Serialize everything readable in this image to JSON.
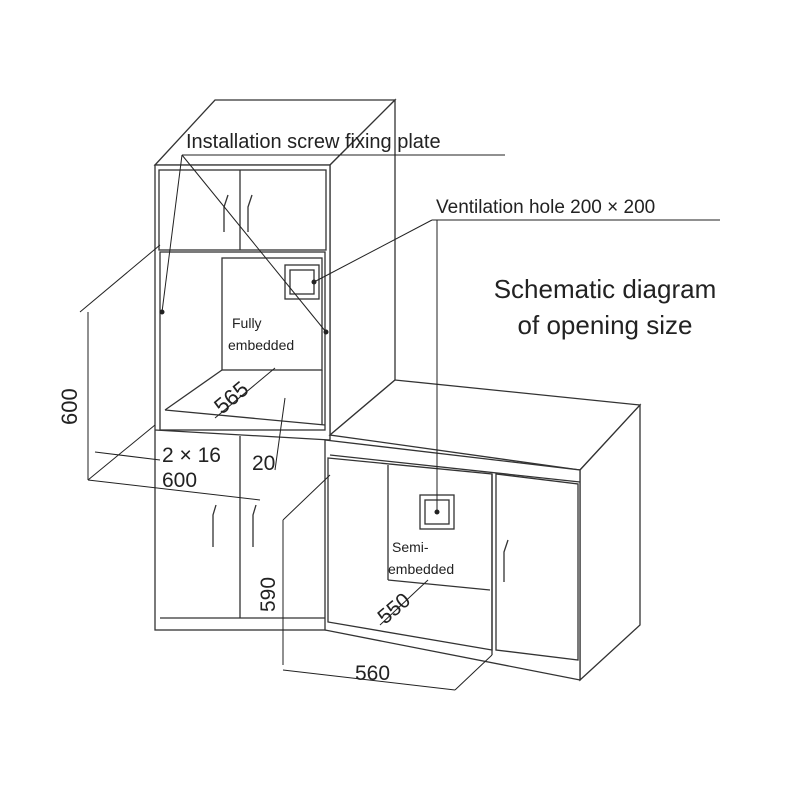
{
  "labels": {
    "screw_plate": "Installation screw fixing plate",
    "vent_hole": "Ventilation hole 200 × 200",
    "title_line1": "Schematic diagram",
    "title_line2": "of opening size",
    "fully_line1": "Fully",
    "fully_line2": "embedded",
    "semi_line1": "Semi-",
    "semi_line2": "embedded"
  },
  "dimensions": {
    "fully_depth": "565",
    "fully_height": "600",
    "fully_gap": "2 × 16",
    "fully_width": "600",
    "fully_offset": "20",
    "semi_height": "590",
    "semi_depth": "550",
    "semi_width": "560"
  }
}
